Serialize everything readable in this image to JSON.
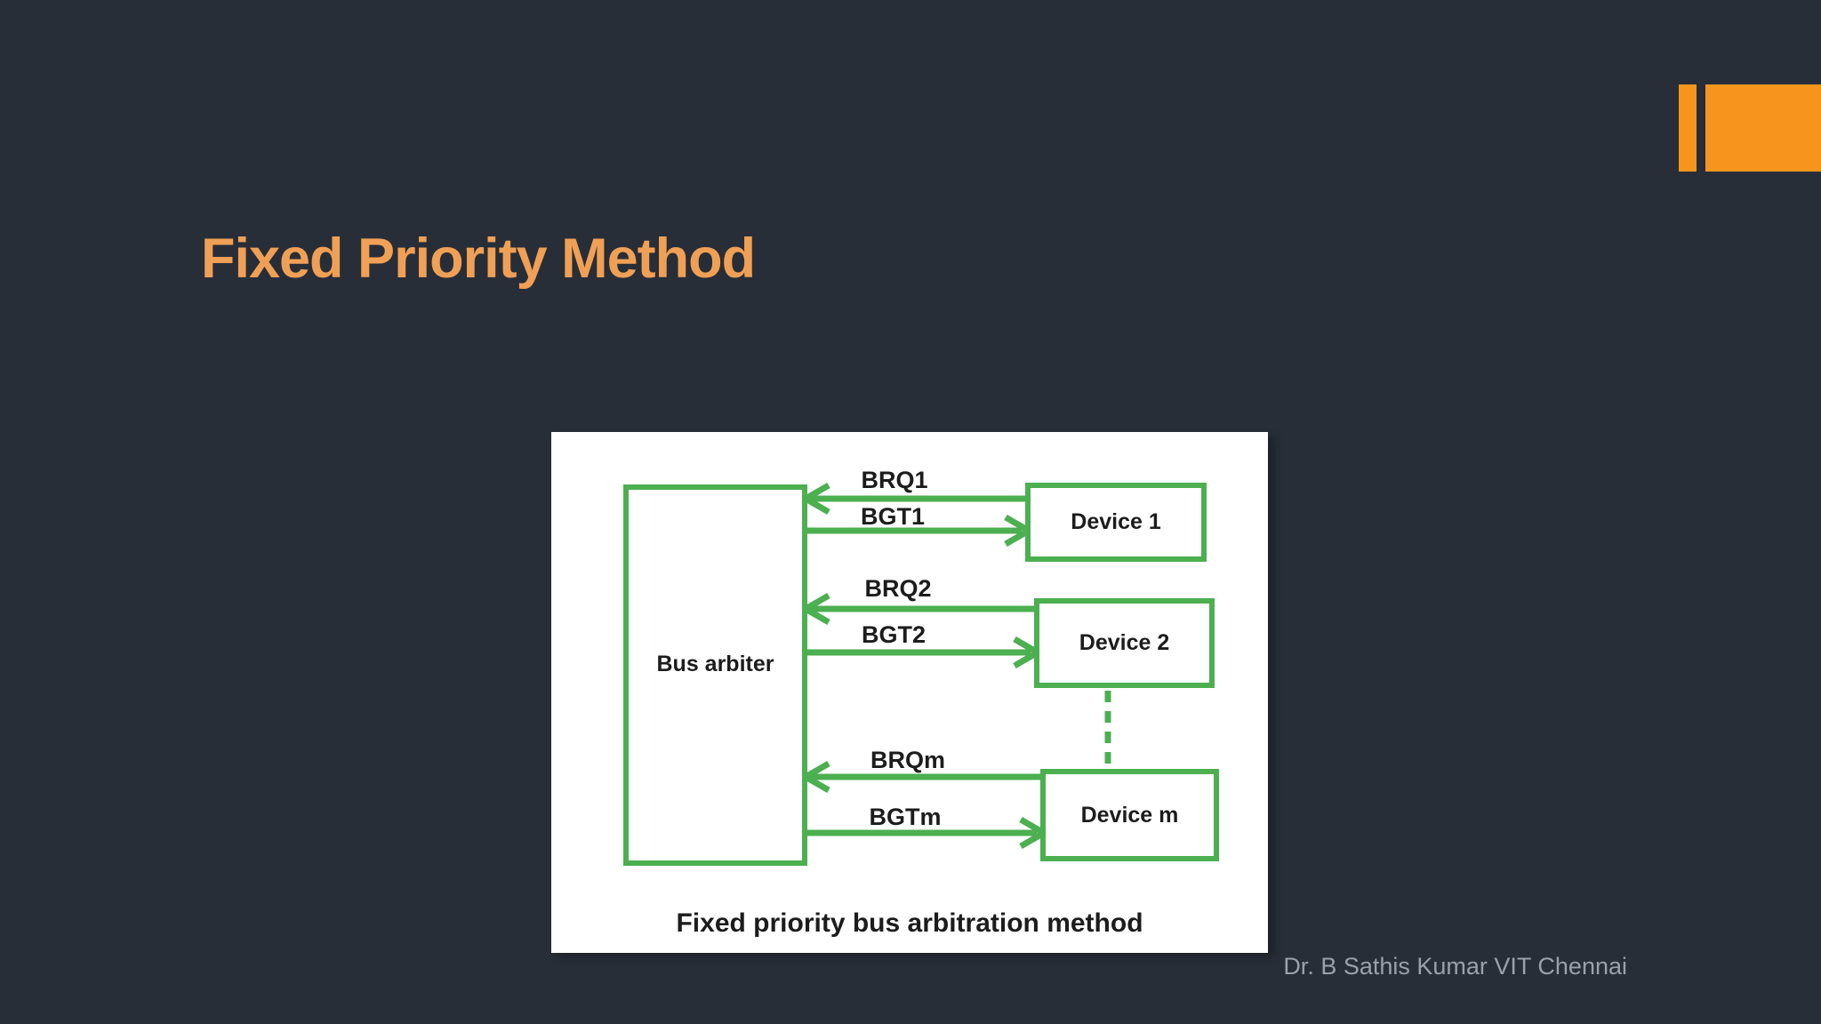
{
  "slide": {
    "title": "Fixed Priority Method",
    "footer": "Dr. B Sathis Kumar VIT Chennai"
  },
  "diagram": {
    "type": "block-diagram",
    "caption": "Fixed priority bus arbitration method",
    "arbiter_label": "Bus arbiter",
    "devices": [
      "Device 1",
      "Device 2",
      "Device m"
    ],
    "signals": [
      {
        "label": "BRQ1",
        "from": "Device 1",
        "to": "Bus arbiter",
        "direction": "left"
      },
      {
        "label": "BGT1",
        "from": "Bus arbiter",
        "to": "Device 1",
        "direction": "right"
      },
      {
        "label": "BRQ2",
        "from": "Device 2",
        "to": "Bus arbiter",
        "direction": "left"
      },
      {
        "label": "BGT2",
        "from": "Bus arbiter",
        "to": "Device 2",
        "direction": "right"
      },
      {
        "label": "BRQm",
        "from": "Device m",
        "to": "Bus arbiter",
        "direction": "left"
      },
      {
        "label": "BGTm",
        "from": "Bus arbiter",
        "to": "Device m",
        "direction": "right"
      }
    ],
    "ellipsis_between": [
      "Device 2",
      "Device m"
    ]
  },
  "theme": {
    "background": "#282e38",
    "accent_orange": "#f7941d",
    "title_color": "#f0a055",
    "footer_color": "#9aa1ab",
    "diagram_green": "#4caf50",
    "diagram_bg": "#ffffff",
    "diagram_text": "#1c1c1c"
  }
}
